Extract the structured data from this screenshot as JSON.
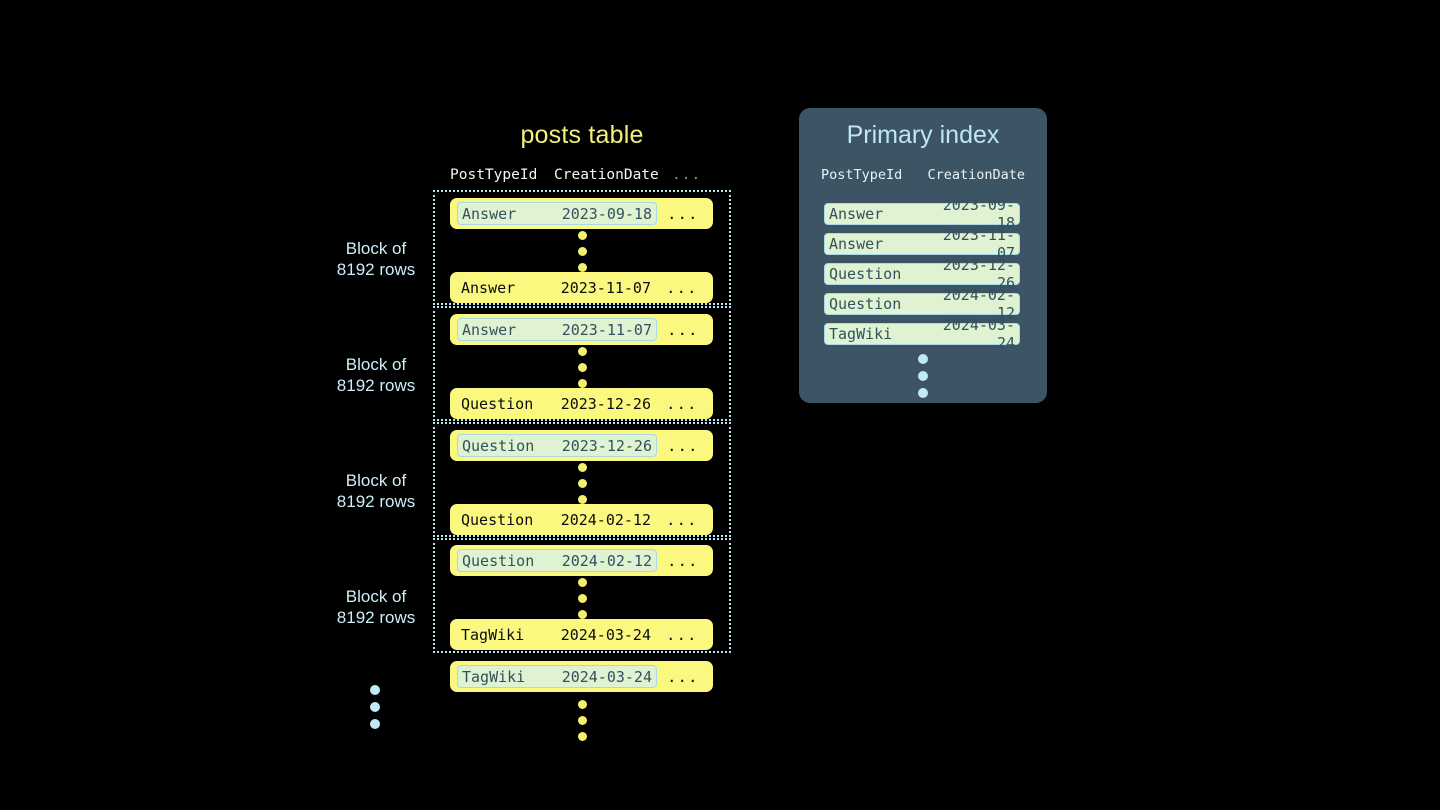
{
  "background": "#000000",
  "palette": {
    "row_yellow": "#fbf87f",
    "highlight_green": "#dff3d2",
    "highlight_border": "#a9d8e8",
    "panel_slate": "#3c5464",
    "accent_cyan": "#bfe6f4",
    "title_yellow": "#f2f27a",
    "dot_yellow": "#f5ef6e"
  },
  "posts_table": {
    "title": "posts table",
    "columns": {
      "post_type_id": "PostTypeId",
      "creation_date": "CreationDate",
      "more": "..."
    },
    "block_label": "Block of\n8192 rows",
    "block_label_line1": "Block of",
    "block_label_line2": "8192 rows",
    "blocks": [
      {
        "label_line1": "Block of",
        "label_line2": "8192 rows",
        "first_row": {
          "post_type_id": "Answer",
          "creation_date": "2023-09-18",
          "more": "...",
          "highlighted": true
        },
        "last_row": {
          "post_type_id": "Answer",
          "creation_date": "2023-11-07",
          "more": "...",
          "highlighted": false
        }
      },
      {
        "label_line1": "Block of",
        "label_line2": "8192 rows",
        "first_row": {
          "post_type_id": "Answer",
          "creation_date": "2023-11-07",
          "more": "...",
          "highlighted": true
        },
        "last_row": {
          "post_type_id": "Question",
          "creation_date": "2023-12-26",
          "more": "...",
          "highlighted": false
        }
      },
      {
        "label_line1": "Block of",
        "label_line2": "8192 rows",
        "first_row": {
          "post_type_id": "Question",
          "creation_date": "2023-12-26",
          "more": "...",
          "highlighted": true
        },
        "last_row": {
          "post_type_id": "Question",
          "creation_date": "2024-02-12",
          "more": "...",
          "highlighted": false
        }
      },
      {
        "label_line1": "Block of",
        "label_line2": "8192 rows",
        "first_row": {
          "post_type_id": "Question",
          "creation_date": "2024-02-12",
          "more": "...",
          "highlighted": true
        },
        "last_row": {
          "post_type_id": "TagWiki",
          "creation_date": "2024-03-24",
          "more": "...",
          "highlighted": false
        }
      }
    ],
    "trailing_row": {
      "post_type_id": "TagWiki",
      "creation_date": "2024-03-24",
      "more": "...",
      "highlighted": true
    }
  },
  "primary_index": {
    "title": "Primary index",
    "columns": {
      "post_type_id": "PostTypeId",
      "creation_date": "CreationDate"
    },
    "rows": [
      {
        "post_type_id": "Answer",
        "creation_date": "2023-09-18"
      },
      {
        "post_type_id": "Answer",
        "creation_date": "2023-11-07"
      },
      {
        "post_type_id": "Question",
        "creation_date": "2023-12-26"
      },
      {
        "post_type_id": "Question",
        "creation_date": "2024-02-12"
      },
      {
        "post_type_id": "TagWiki",
        "creation_date": "2024-03-24"
      }
    ]
  }
}
